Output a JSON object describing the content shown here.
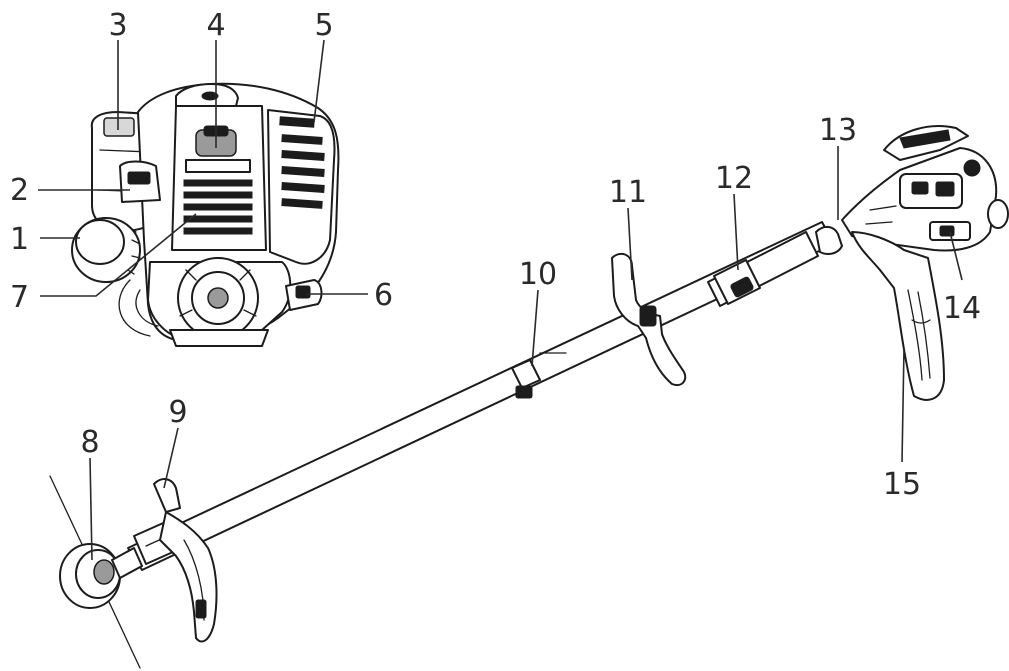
{
  "callouts": [
    {
      "id": 1,
      "label": "1"
    },
    {
      "id": 2,
      "label": "2"
    },
    {
      "id": 3,
      "label": "3"
    },
    {
      "id": 4,
      "label": "4"
    },
    {
      "id": 5,
      "label": "5"
    },
    {
      "id": 6,
      "label": "6"
    },
    {
      "id": 7,
      "label": "7"
    },
    {
      "id": 8,
      "label": "8"
    },
    {
      "id": 9,
      "label": "9"
    },
    {
      "id": 10,
      "label": "10"
    },
    {
      "id": 11,
      "label": "11"
    },
    {
      "id": 12,
      "label": "12"
    },
    {
      "id": 13,
      "label": "13"
    },
    {
      "id": 14,
      "label": "14"
    },
    {
      "id": 15,
      "label": "15"
    }
  ]
}
